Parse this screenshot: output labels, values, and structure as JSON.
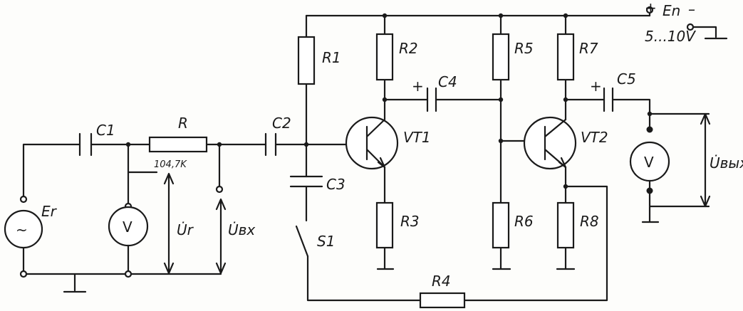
{
  "source": {
    "label": "Er",
    "symbol": "~"
  },
  "capacitors": {
    "c1": "C1",
    "c2": "C2",
    "c3": "C3",
    "c4": "C4",
    "c5": "C5"
  },
  "resistors": {
    "r": "R",
    "r_value": "104,7K",
    "r1": "R1",
    "r2": "R2",
    "r3": "R3",
    "r4": "R4",
    "r5": "R5",
    "r6": "R6",
    "r7": "R7",
    "r8": "R8"
  },
  "transistors": {
    "vt1": "VT1",
    "vt2": "VT2"
  },
  "switch": {
    "label": "S1"
  },
  "voltmeter": {
    "symbol": "V"
  },
  "voltages": {
    "ur": "U̇r",
    "uvx": "U̇вх",
    "uvyx": "U̇вых"
  },
  "supply": {
    "label": "En",
    "plus": "+",
    "minus": "–",
    "range": "5...10V"
  },
  "polarity": {
    "c4_plus": "+",
    "c5_plus": "+"
  }
}
